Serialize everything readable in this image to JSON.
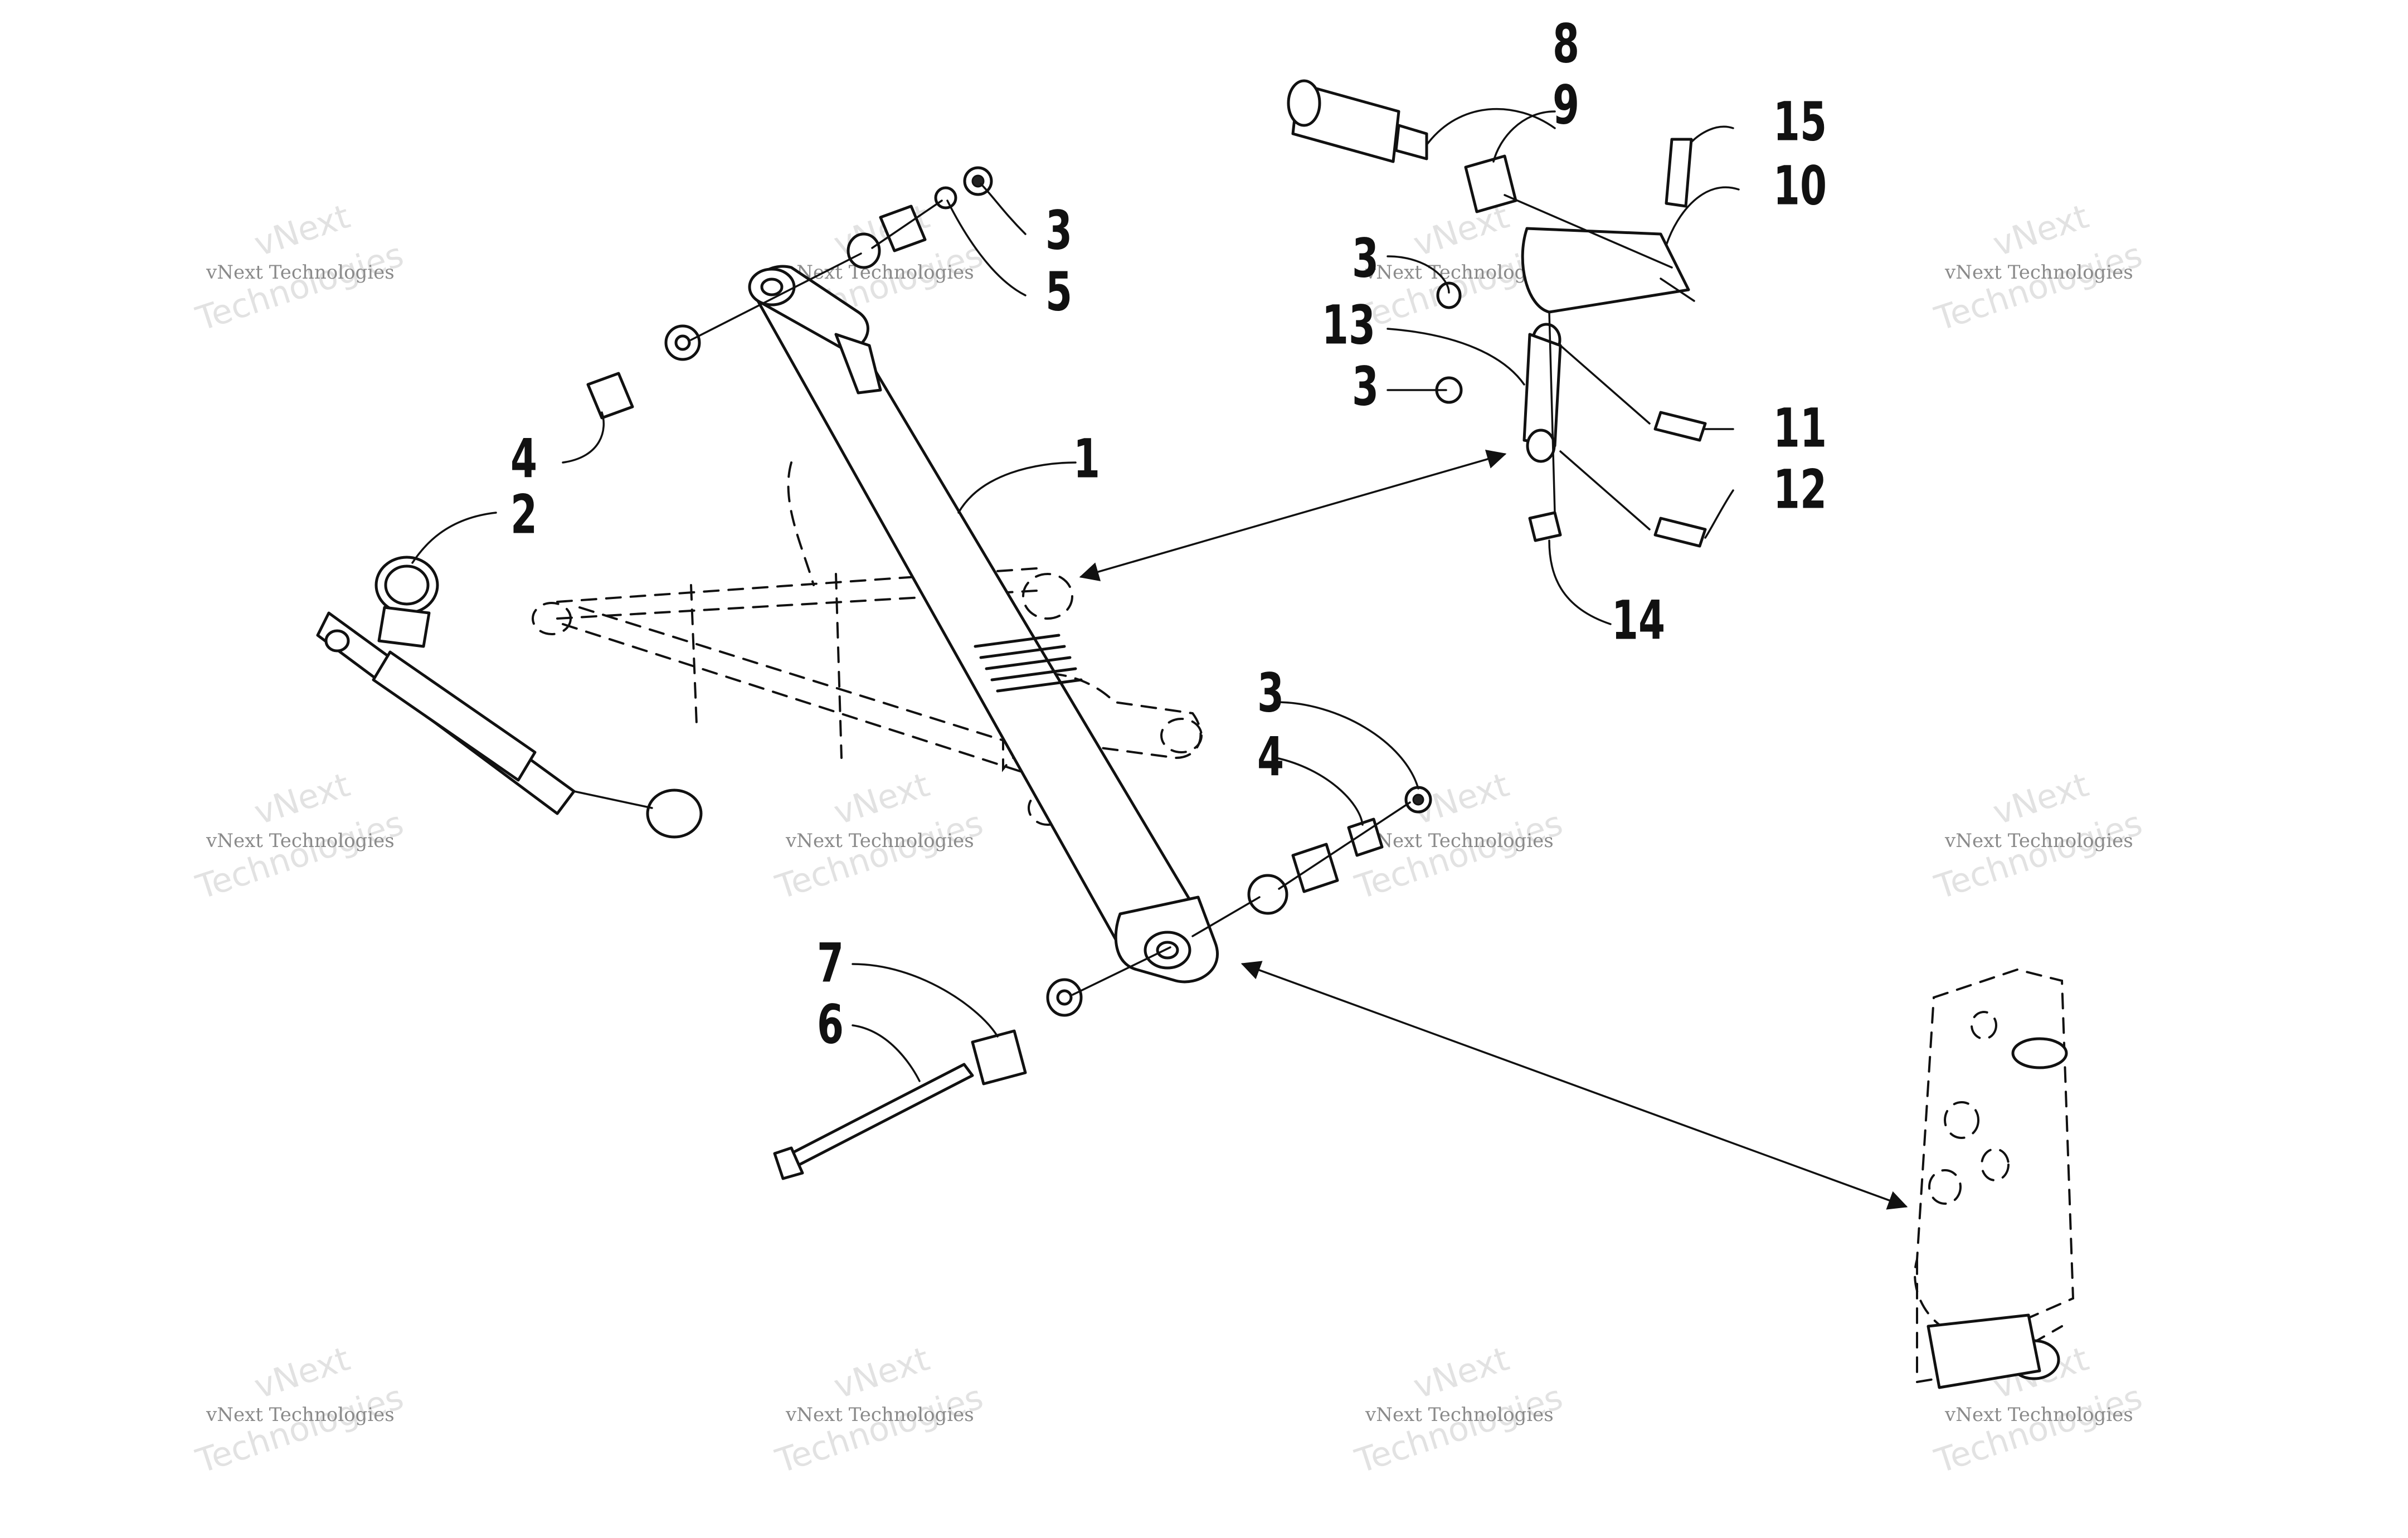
{
  "callouts": [
    {
      "id": "1",
      "label": "1"
    },
    {
      "id": "2",
      "label": "2"
    },
    {
      "id": "3a",
      "label": "3"
    },
    {
      "id": "3b",
      "label": "3"
    },
    {
      "id": "3c",
      "label": "3"
    },
    {
      "id": "3d",
      "label": "3"
    },
    {
      "id": "4a",
      "label": "4"
    },
    {
      "id": "4b",
      "label": "4"
    },
    {
      "id": "5",
      "label": "5"
    },
    {
      "id": "6",
      "label": "6"
    },
    {
      "id": "7",
      "label": "7"
    },
    {
      "id": "8",
      "label": "8"
    },
    {
      "id": "9",
      "label": "9"
    },
    {
      "id": "10",
      "label": "10"
    },
    {
      "id": "11",
      "label": "11"
    },
    {
      "id": "12",
      "label": "12"
    },
    {
      "id": "13",
      "label": "13"
    },
    {
      "id": "14",
      "label": "14"
    },
    {
      "id": "15",
      "label": "15"
    }
  ],
  "watermark": {
    "text": "vNext Technologies",
    "ghost_line1": "vNext",
    "ghost_line2": "Technologies"
  }
}
